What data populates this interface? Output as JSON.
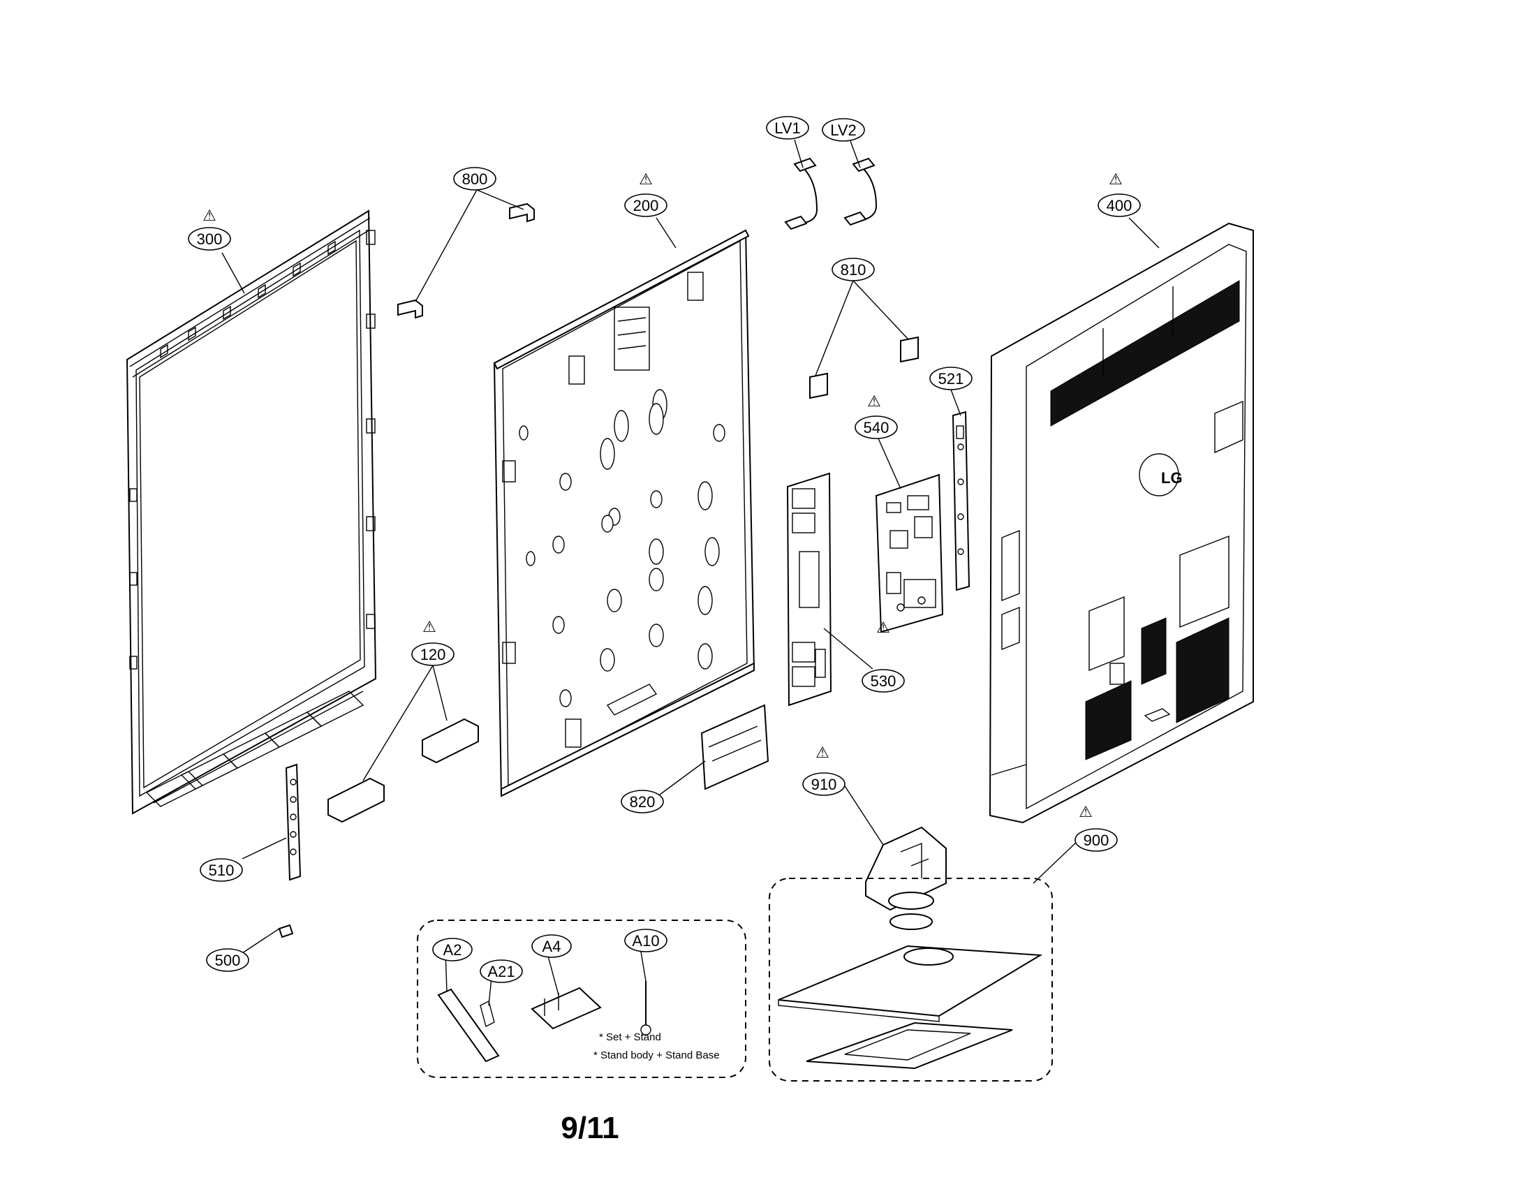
{
  "page": {
    "number": "9/11"
  },
  "parts": {
    "p300": "300",
    "p800": "800",
    "p200": "200",
    "lv1": "LV1",
    "lv2": "LV2",
    "p400": "400",
    "p810": "810",
    "p521": "521",
    "p540": "540",
    "p530": "530",
    "p120": "120",
    "p820": "820",
    "p910": "910",
    "p900": "900",
    "p510": "510",
    "p500": "500",
    "a2": "A2",
    "a21": "A21",
    "a4": "A4",
    "a10": "A10"
  },
  "notes": {
    "set_stand": "* Set + Stand",
    "stand_body": "* Stand body + Stand Base"
  },
  "brand": {
    "logo_text": "LG"
  },
  "warning_symbol": "⚠"
}
